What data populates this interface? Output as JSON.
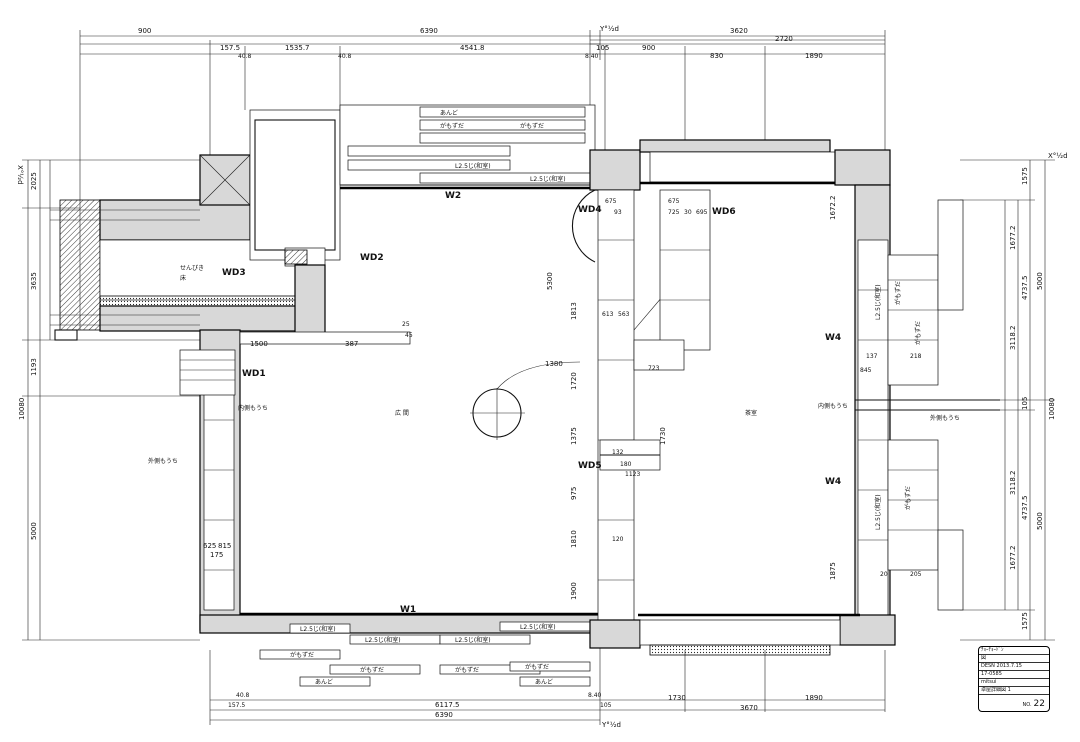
{
  "top_dims": {
    "overall": "6390",
    "right_overall": "3620",
    "right_sub": "2720",
    "row1": [
      "900",
      "157.5",
      "1535.7",
      "40.8",
      "4541.8",
      "105",
      "900",
      "830",
      "1890"
    ],
    "left_small": "40.8",
    "mid_small": "8.40"
  },
  "bottom_dims": {
    "overall": "6390",
    "sub": "6117.5",
    "left_small": "157.5",
    "left_tiny": "40.8",
    "mid_small": "8.40",
    "r1": "105",
    "r2": "1730",
    "r3": "3670",
    "r4": "1890"
  },
  "left_dims": {
    "overall": "10080",
    "top": "2025",
    "upper": "3635",
    "middle": "1193",
    "lower": "5000"
  },
  "right_dims": {
    "overall": "10080",
    "a": "1575",
    "b": "5000",
    "c": "4737.5",
    "d": "3118.2",
    "e": "105",
    "f": "3118.2",
    "g": "4737.5",
    "h": "5000",
    "i": "1575",
    "j": "1677.2",
    "k": "1677.2"
  },
  "axis_labels": {
    "top": "Y°½d",
    "bottom": "Y°½d",
    "right": "X°½d",
    "left": "X°½d"
  },
  "walls": {
    "w1": "W1",
    "w2": "W2",
    "w4_upper": "W4",
    "w4_lower": "W4"
  },
  "windows_doors": {
    "wd1": "WD1",
    "wd2": "WD2",
    "wd3": "WD3",
    "wd4": "WD4",
    "wd5": "WD5",
    "wd6": "WD6"
  },
  "room_labels": {
    "left_room": "広 間",
    "right_room": "茶室",
    "inner_left": "内側もうち",
    "outer_left": "外側もうち",
    "inner_right": "内側もうち",
    "outer_right": "外側もうち",
    "wd3_tag": "せんぴき",
    "wd3_small": "床"
  },
  "beam_labels": {
    "top_a": "あんど",
    "top_b": "がもずだ",
    "top_c": "がもずだ",
    "top_d": "L2.5じ(和室)",
    "top_e": "L2.5じ(和室)",
    "bot_a": "L2.5じ(和室)",
    "bot_b": "L2.5じ(和室)",
    "bot_c": "L2.5じ(和室)",
    "bot_d": "L2.5じ(和室)",
    "bot_e": "がもずだ",
    "bot_f": "がもずだ",
    "bot_g": "がもずだ",
    "bot_h": "がもずだ",
    "bot_i": "あんど",
    "bot_j": "あんど",
    "right_a": "がもずだ",
    "right_b": "がもずだ",
    "right_c": "L2.5じ(和室)",
    "right_d": "L2.5じ(和室)",
    "right_e": "がもずだ"
  },
  "inner_dims": {
    "d1500": "1500",
    "d387": "387",
    "d1380": "1380",
    "d5300": "5300",
    "d1813": "1813",
    "d1720": "1720",
    "d1375": "1375",
    "d1810": "1810",
    "d975": "975",
    "d1900": "1900",
    "d1730": "1730",
    "d675a": "675",
    "d675b": "675",
    "d725": "725",
    "d30": "30",
    "d695": "695",
    "d93": "93",
    "d563": "563",
    "d613": "613",
    "d723": "723",
    "d1123": "1123",
    "d180": "180",
    "d132": "132",
    "d120": "120",
    "d625": "625",
    "d815": "815",
    "d175": "175",
    "d205": "205",
    "d218": "218",
    "d137": "137",
    "d845": "845",
    "d20": "20",
    "d25": "25",
    "d45": "45",
    "d1875": "1875",
    "d1672": "1672.2"
  },
  "title_block": {
    "line1": "ﾁｮｰﾁｮｰﾄﾞﾝ",
    "line2": "図",
    "line3": "DESN  2013.7.15",
    "line4": "17-0585",
    "line5": "mitsui",
    "line6": "卓屋詳細図 1",
    "sheet_prefix": "NO.",
    "sheet_no": "22"
  }
}
